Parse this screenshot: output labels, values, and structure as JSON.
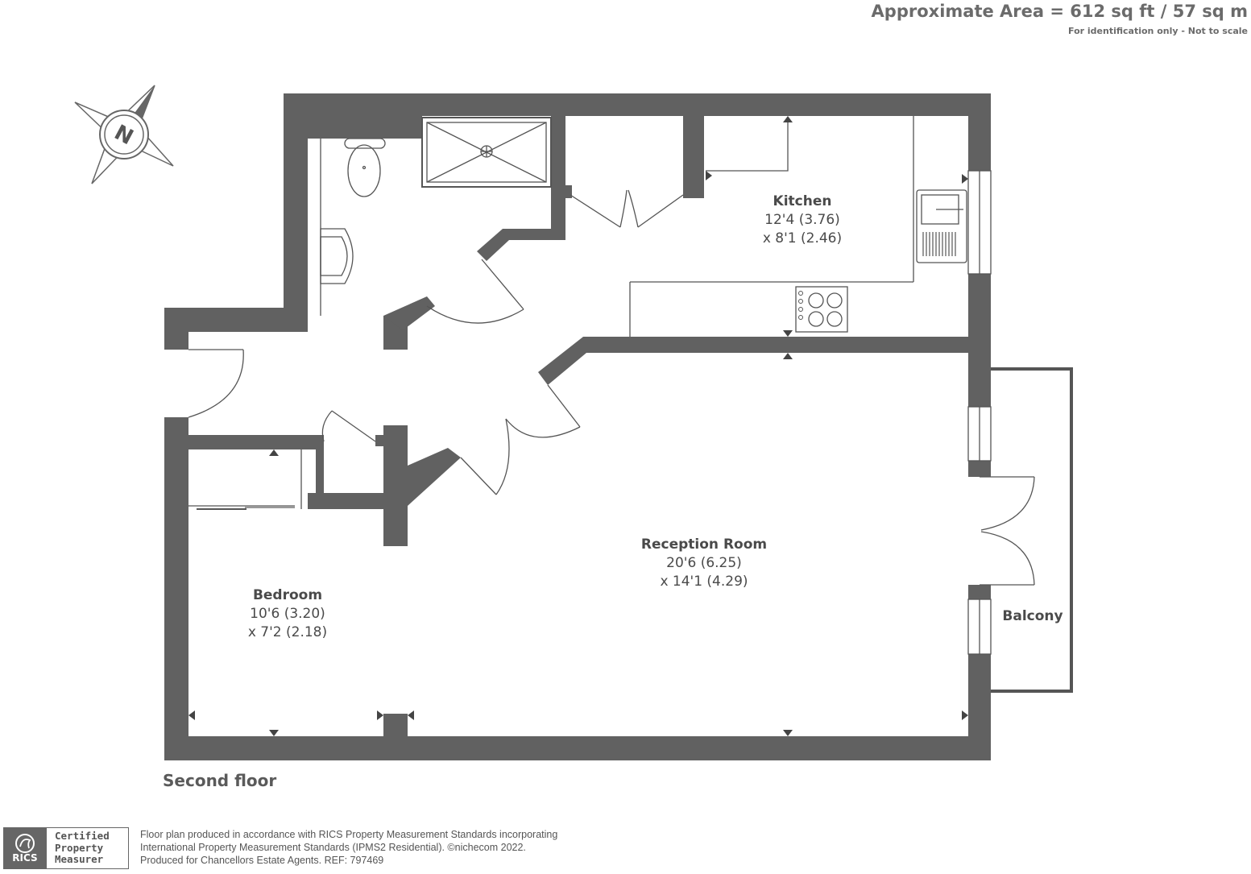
{
  "header": {
    "area": "Approximate Area = 612 sq ft / 57 sq m",
    "note": "For identification only - Not to scale"
  },
  "compass": {
    "label": "N"
  },
  "rooms": {
    "kitchen": {
      "name": "Kitchen",
      "dim1": "12'4 (3.76)",
      "dim2": "x 8'1 (2.46)"
    },
    "reception": {
      "name": "Reception Room",
      "dim1": "20'6 (6.25)",
      "dim2": "x 14'1 (4.29)"
    },
    "bedroom": {
      "name": "Bedroom",
      "dim1": "10'6 (3.20)",
      "dim2": "x 7'2 (2.18)"
    },
    "balcony": {
      "name": "Balcony"
    }
  },
  "floor_label": "Second floor",
  "footer": {
    "line1": "Floor plan produced in accordance with RICS Property Measurement Standards incorporating",
    "line2": "International Property Measurement Standards (IPMS2 Residential).  ©nichecom 2022.",
    "line3": "Produced for Chancellors Estate Agents.   REF: 797469"
  },
  "rics": {
    "logo": "RICS",
    "cert1": "Certified",
    "cert2": "Property",
    "cert3": "Measurer"
  },
  "colors": {
    "wall": "#616161",
    "line": "#555555"
  }
}
